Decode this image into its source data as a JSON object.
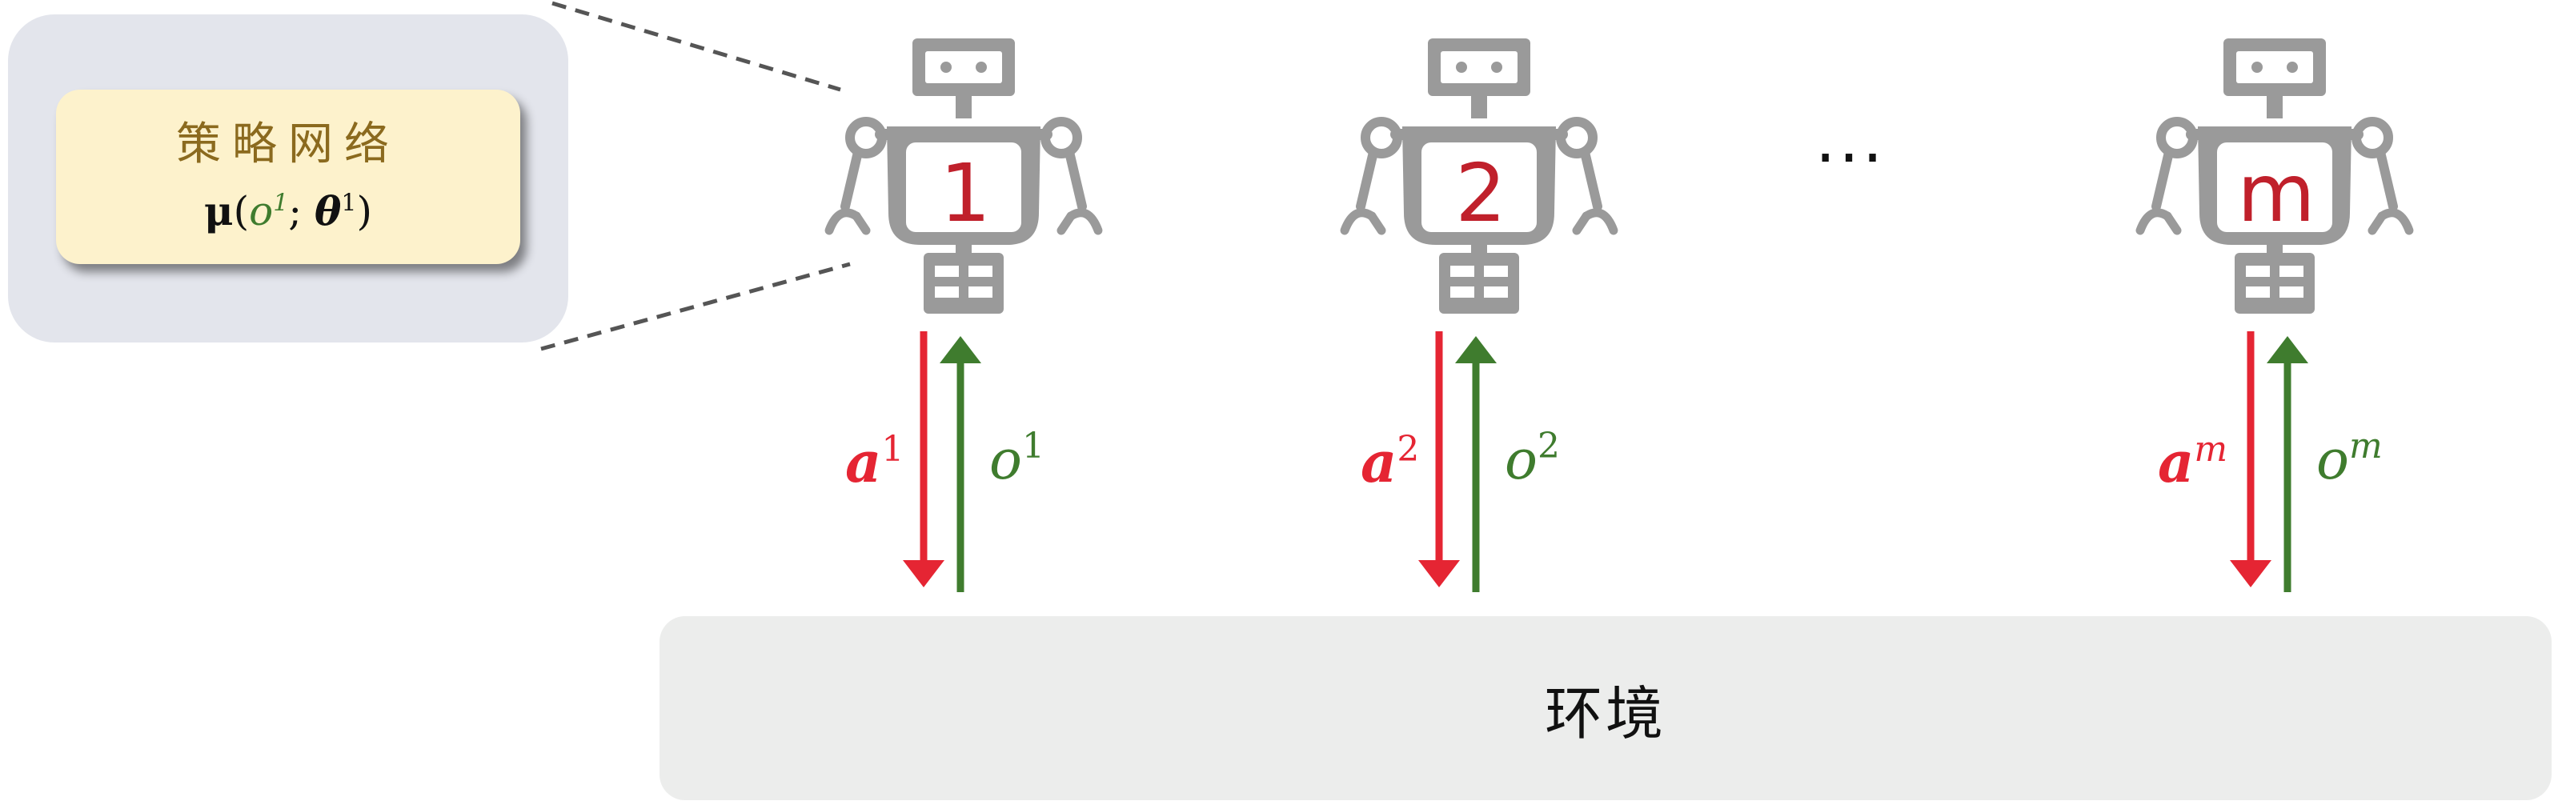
{
  "policy": {
    "title": "策略网络",
    "mu": "μ",
    "paren_open": "(",
    "obs_symbol": "o",
    "obs_sup": "1",
    "separator": "; ",
    "theta": "θ",
    "theta_sup": "1",
    "paren_close": ")"
  },
  "agents": [
    {
      "number": "1",
      "action_symbol": "a",
      "action_sup": "1",
      "obs_symbol": "o",
      "obs_sup": "1"
    },
    {
      "number": "2",
      "action_symbol": "a",
      "action_sup": "2",
      "obs_symbol": "o",
      "obs_sup": "2"
    },
    {
      "number": "m",
      "action_symbol": "a",
      "action_sup": "m",
      "obs_symbol": "o",
      "obs_sup": "m"
    }
  ],
  "ellipsis": "···",
  "environment": {
    "label": "环境"
  },
  "colors": {
    "action": "#e52533",
    "observation": "#3f7c2e",
    "robot": "#9a9a9a",
    "policy_card": "#fdf2cc",
    "callout_bg": "#e3e5ec",
    "environment_bg": "#ecedec",
    "robot_number": "#c0202b"
  }
}
